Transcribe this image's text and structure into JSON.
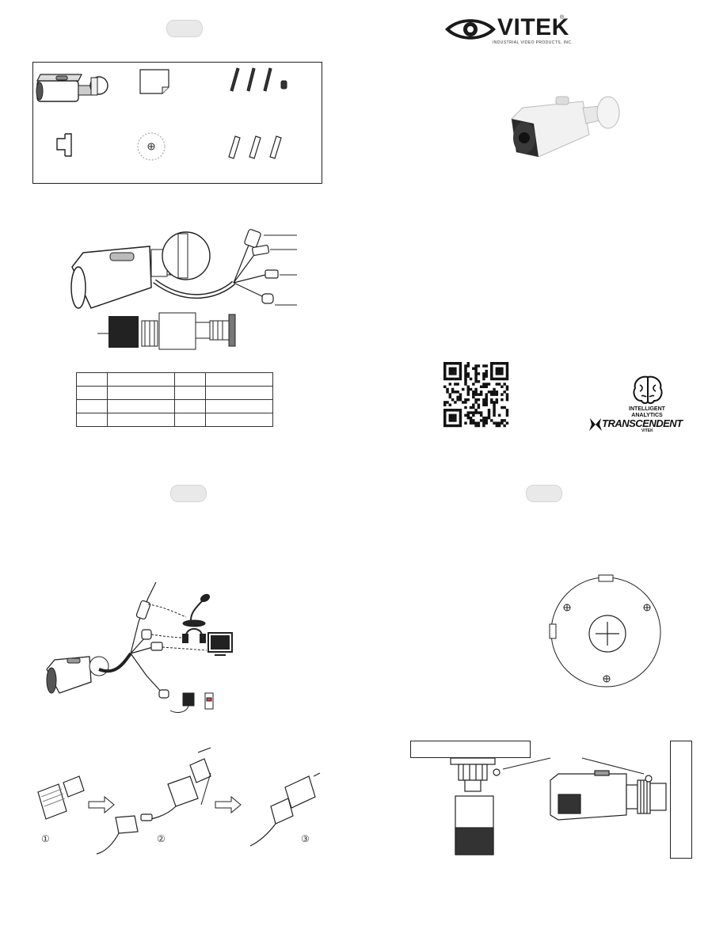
{
  "brand": {
    "name": "VITEK",
    "registered": "®",
    "tagline": "INDUSTRIAL VIDEO PRODUCTS, INC."
  },
  "badges": {
    "intelligent_analytics": "INTELLIGENT ANALYTICS",
    "transcendent": "TRANSCENDENT",
    "transcendent_sub": "VITEK"
  },
  "steps": [
    "①",
    "②",
    "③"
  ],
  "spec_table": {
    "rows": [
      [
        "",
        "",
        "",
        ""
      ],
      [
        "",
        "",
        "",
        ""
      ],
      [
        "",
        "",
        "",
        ""
      ],
      [
        "",
        "",
        "",
        ""
      ]
    ]
  },
  "colors": {
    "ink": "#222222",
    "panel": "#e9e9e9"
  }
}
